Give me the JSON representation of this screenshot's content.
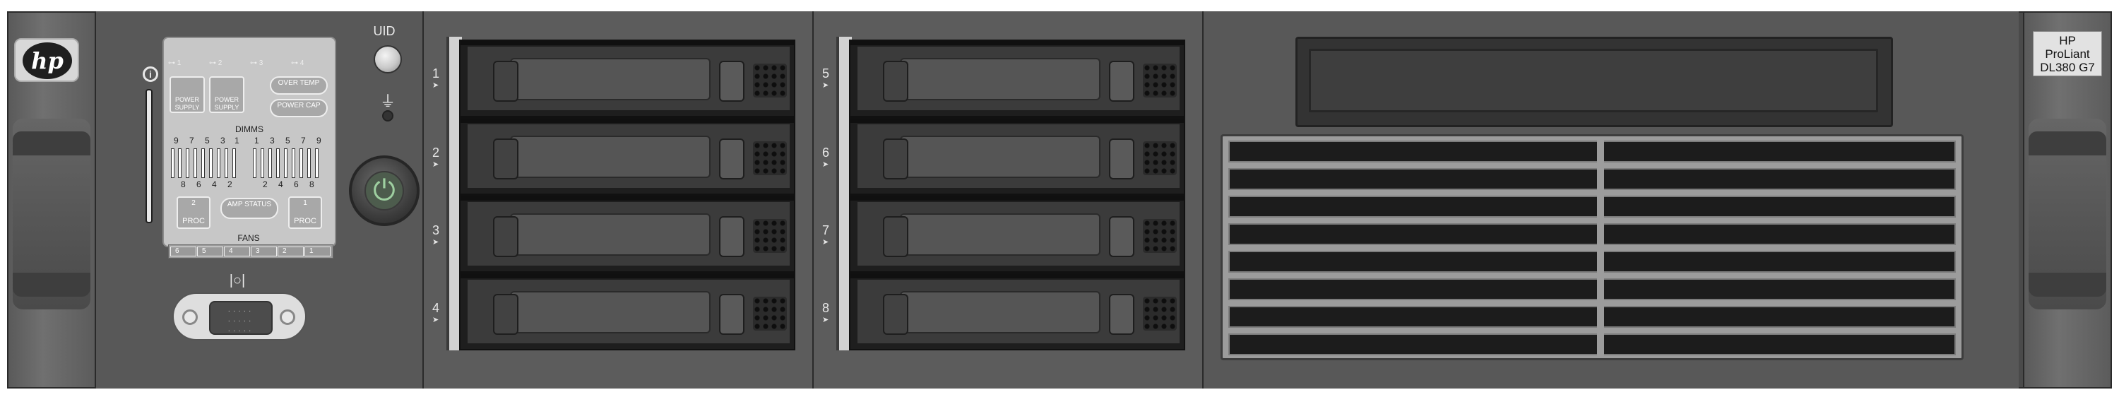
{
  "chassis": {
    "brand_logo": "hp",
    "model_label": [
      "HP",
      "ProLiant",
      "DL380 G7"
    ]
  },
  "systems_insight_display": {
    "nic_numbers": [
      "1",
      "2",
      "3",
      "4"
    ],
    "power_supply_label": "POWER SUPPLY",
    "over_temp_label": "OVER TEMP",
    "power_cap_label": "POWER CAP",
    "dimms_label": "DIMMS",
    "dimm_numbers_top_left": [
      "9",
      "7",
      "5",
      "3",
      "1"
    ],
    "dimm_numbers_bottom_left": [
      "8",
      "6",
      "4",
      "2"
    ],
    "dimm_numbers_top_right": [
      "1",
      "3",
      "5",
      "7",
      "9"
    ],
    "dimm_numbers_bottom_right": [
      "2",
      "4",
      "6",
      "8"
    ],
    "proc_label": "PROC",
    "proc_numbers": [
      "2",
      "1"
    ],
    "amp_status_label": "AMP STATUS",
    "fans_label": "FANS",
    "fan_numbers": [
      "6",
      "5",
      "4",
      "3",
      "2",
      "1"
    ]
  },
  "front_panel": {
    "uid_label": "UID",
    "info_icon": "info-icon",
    "health_icon": "health-icon",
    "power_icon": "power-icon",
    "vga_icon": "vga-icon",
    "usb_icon": "usb-icon"
  },
  "drive_bays": {
    "cage1_numbers": [
      "1",
      "2",
      "3",
      "4"
    ],
    "cage2_numbers": [
      "5",
      "6",
      "7",
      "8"
    ]
  }
}
